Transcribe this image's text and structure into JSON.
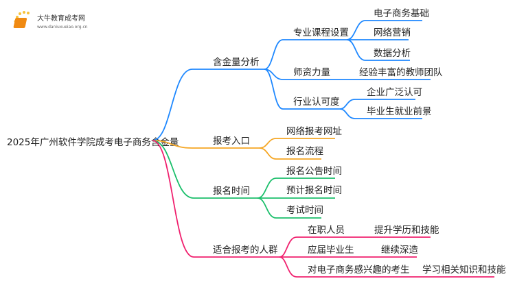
{
  "logo": {
    "name": "大牛教育成考网",
    "url": "www.daniuxueiao.org.cn"
  },
  "root": "2025年广州软件学院成考电子商务含金量",
  "colors": {
    "blue": "#1e88ff",
    "orange": "#f5a623",
    "green": "#1bbf6b",
    "pink": "#f0206e"
  },
  "branches": {
    "value": {
      "label": "含金量分析",
      "courses": {
        "label": "专业课程设置",
        "items": [
          "电子商务基础",
          "网络营销",
          "数据分析"
        ]
      },
      "faculty": {
        "label": "师资力量",
        "items": [
          "经验丰富的教师团队"
        ]
      },
      "recognition": {
        "label": "行业认可度",
        "items": [
          "企业广泛认可",
          "毕业生就业前景"
        ]
      }
    },
    "entry": {
      "label": "报考入口",
      "items": [
        "网络报考网址",
        "报名流程"
      ]
    },
    "time": {
      "label": "报名时间",
      "items": [
        "报名公告时间",
        "预计报名时间",
        "考试时间"
      ]
    },
    "audience": {
      "label": "适合报考的人群",
      "groups": [
        {
          "label": "在职人员",
          "item": "提升学历和技能"
        },
        {
          "label": "应届毕业生",
          "item": "继续深造"
        },
        {
          "label": "对电子商务感兴趣的考生",
          "item": "学习相关知识和技能"
        }
      ]
    }
  }
}
